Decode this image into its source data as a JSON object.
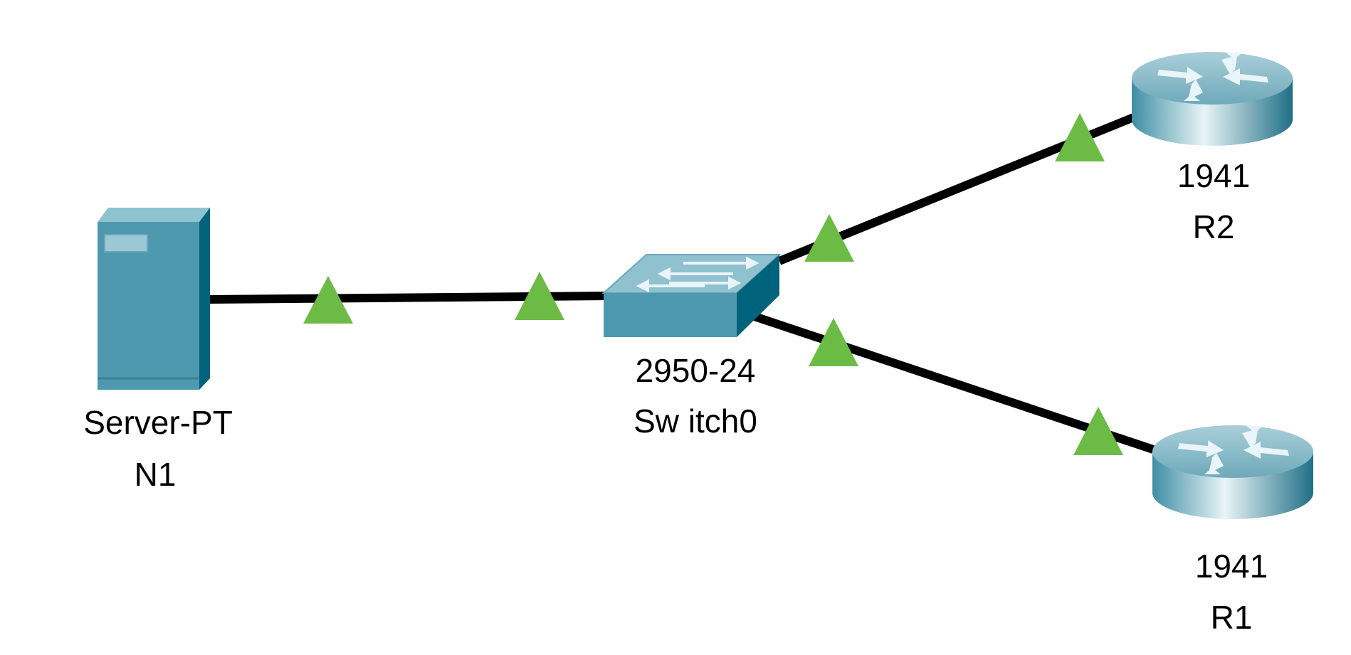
{
  "devices": {
    "server": {
      "model": "Server-PT",
      "name": "N1",
      "icon": "server-icon"
    },
    "switch": {
      "model": "2950-24",
      "name": "Sw itch0",
      "icon": "switch-icon"
    },
    "router2": {
      "model": "1941",
      "name": "R2",
      "icon": "router-icon"
    },
    "router1": {
      "model": "1941",
      "name": "R1",
      "icon": "router-icon"
    }
  },
  "links": [
    {
      "from": "server",
      "to": "switch",
      "status": "up"
    },
    {
      "from": "switch",
      "to": "router2",
      "status": "up"
    },
    {
      "from": "switch",
      "to": "router1",
      "status": "up"
    }
  ],
  "colors": {
    "link": "#000000",
    "link_up_indicator": "#6cbb45",
    "device_body": "#4f99b0",
    "device_dark": "#00637b"
  }
}
